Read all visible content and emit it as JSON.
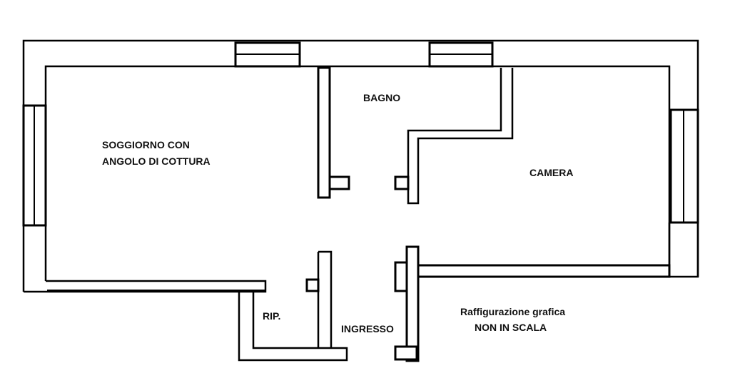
{
  "rooms": {
    "living": "SOGGIORNO CON",
    "living_line2": "ANGOLO DI COTTURA",
    "bathroom": "BAGNO",
    "bedroom": "CAMERA",
    "storage": "RIP.",
    "entrance": "INGRESSO"
  },
  "note": {
    "line1": "Raffigurazione grafica",
    "line2": "NON IN SCALA"
  }
}
